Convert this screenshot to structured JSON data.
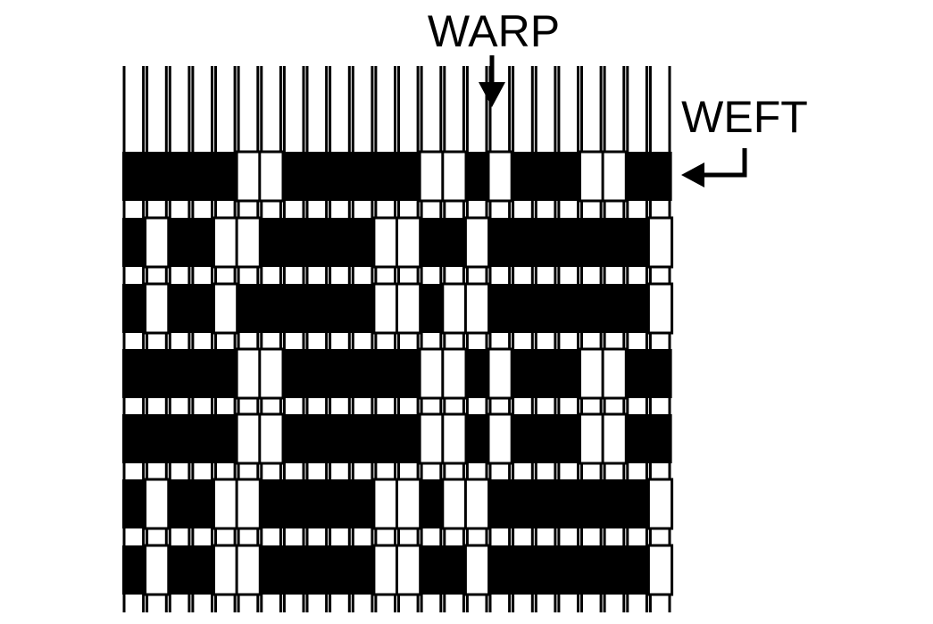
{
  "labels": {
    "warp": "WARP",
    "weft": "WEFT"
  },
  "colors": {
    "ink": "#000000",
    "background": "#ffffff"
  },
  "arrows": {
    "warp": "down-arrow-icon",
    "weft": "left-return-arrow-icon"
  },
  "weave": {
    "warp_count": 24,
    "weft_count": 7,
    "pattern": [
      "111110011111100101110011",
      "101100111110011011111110",
      "101101111110010011111110",
      "111110011111100101110011",
      "111110011111100101110011",
      "101100111110010011111110",
      "101100111110011011111110"
    ]
  }
}
